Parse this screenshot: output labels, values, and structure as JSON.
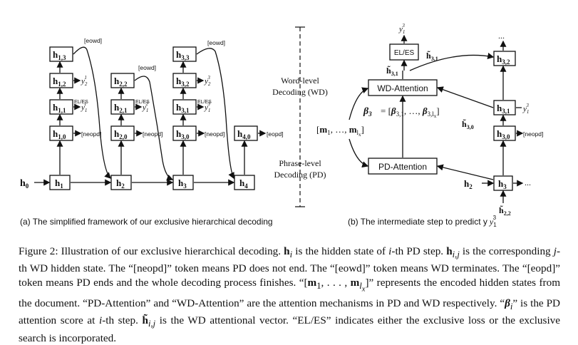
{
  "figure": {
    "left": {
      "nodes": {
        "h1": "h",
        "h1_sub": "1",
        "h2": "h",
        "h2_sub": "2",
        "h3": "h",
        "h3_sub": "3",
        "h4": "h",
        "h4_sub": "4",
        "h0": "h",
        "h0_sub": "0"
      },
      "wd_nodes": [
        [
          "1,0",
          "1,1",
          "1,2",
          "1,3"
        ],
        [
          "2,0",
          "2,1",
          "2,2"
        ],
        [
          "3,0",
          "3,1",
          "3,2",
          "3,3"
        ],
        [
          "4,0"
        ]
      ],
      "tokens": {
        "neopd": "[neopd]",
        "eowd": "[eowd]",
        "eopd": "[eopd]",
        "eles": "EL/ES"
      },
      "outputs": [
        "y",
        "1",
        "1",
        "y",
        "1",
        "2",
        "y",
        "3",
        "2",
        "y",
        "3",
        "1"
      ],
      "subcaption": "(a) The simplified framework of our exclusive hierarchical decoding"
    },
    "middle": {
      "wd_label_1": "Word-level",
      "wd_label_2": "Decoding (WD)",
      "pd_label_1": "Phrase-level",
      "pd_label_2": "Decoding (PD)"
    },
    "right": {
      "wd_attention": "WD-Attention",
      "pd_attention": "PD-Attention",
      "eles": "EL/ES",
      "beta_eq": "= [β",
      "memory": "[m",
      "neopd": "[neopd]",
      "ellipsis": "...",
      "subcaption": "(b) The intermediate step to predict y"
    }
  },
  "caption": {
    "figure_label": "Figure 2:",
    "text": "Illustration of our exclusive hierarchical decoding."
  }
}
